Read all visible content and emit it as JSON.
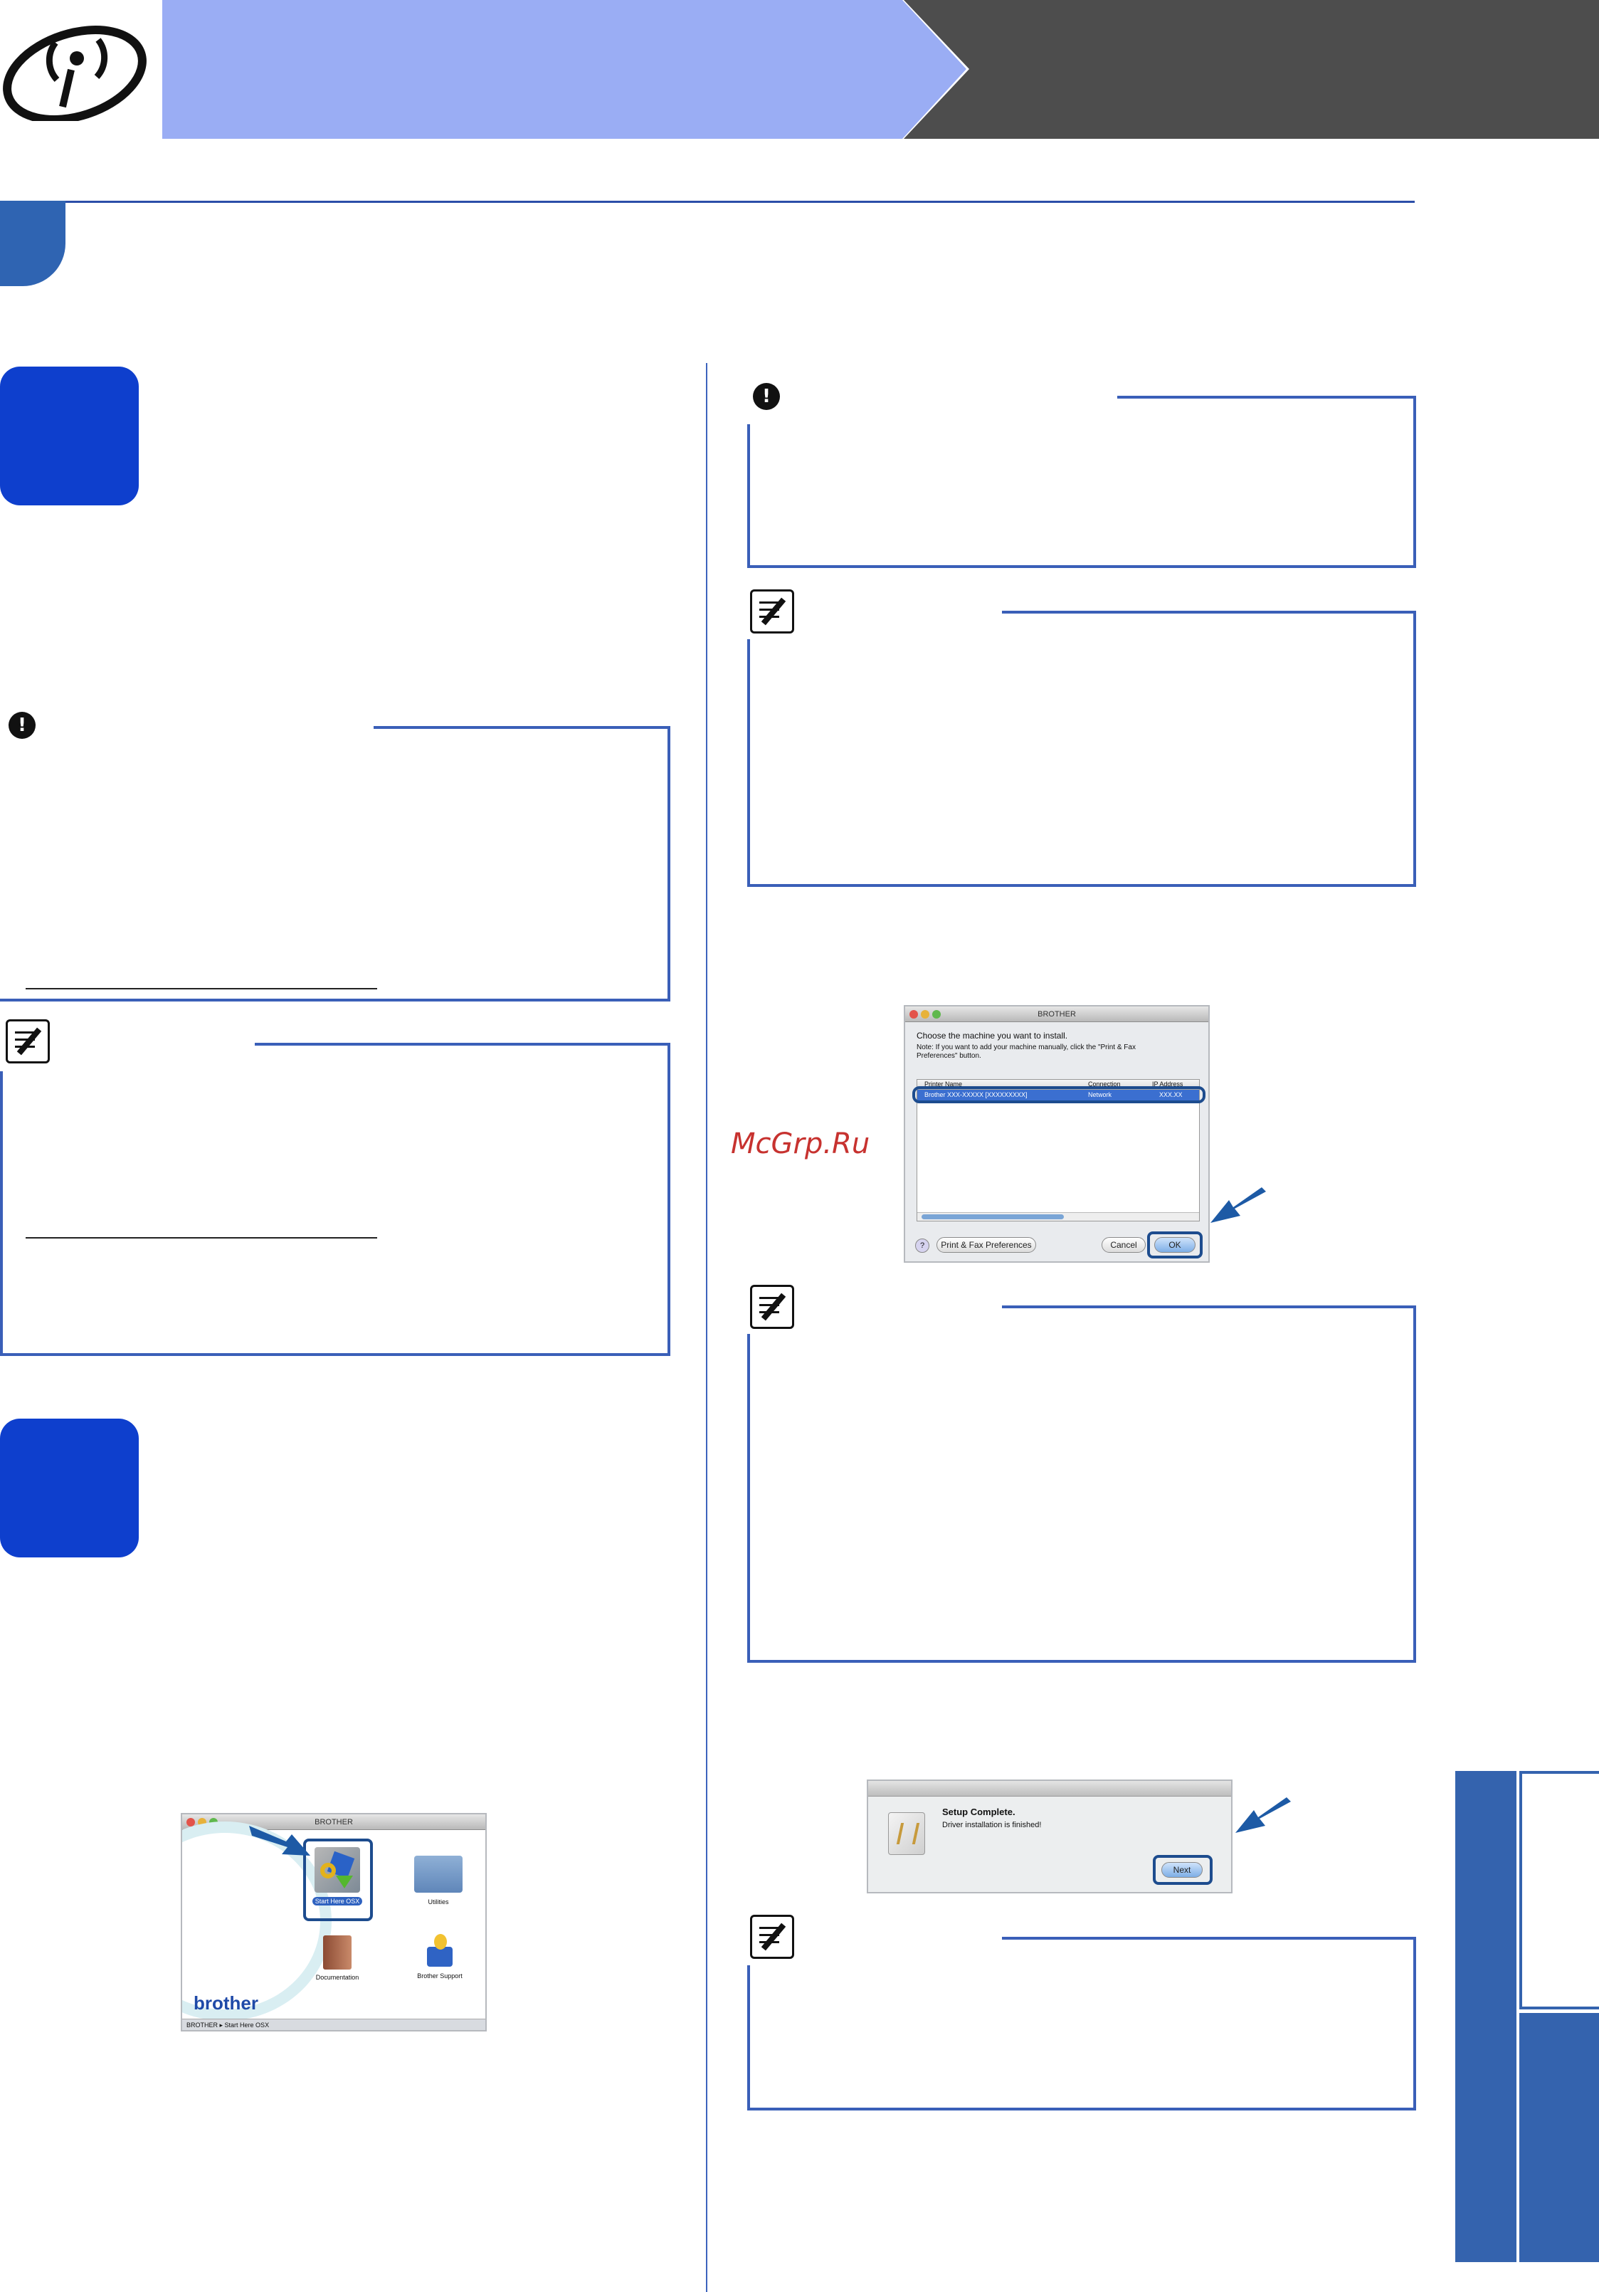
{
  "watermark": "McGrp.Ru",
  "dialog1": {
    "title": "BROTHER",
    "heading": "Choose the machine you want to install.",
    "note": "Note: If you want to add your machine manually, click the \"Print & Fax Preferences\" button.",
    "columns": [
      "Printer Name",
      "Connection",
      "IP Address"
    ],
    "row": {
      "name": "Brother XXX-XXXXX [XXXXXXXXX]",
      "connection": "Network",
      "ip": "XXX.XX"
    },
    "help": "?",
    "btn_prefs": "Print & Fax Preferences",
    "btn_cancel": "Cancel",
    "btn_ok": "OK"
  },
  "dialog2": {
    "title": "Setup Complete.",
    "message": "Driver installation is finished!",
    "btn_next": "Next"
  },
  "finder": {
    "title": "BROTHER",
    "items": [
      {
        "label": "Start Here OSX",
        "icon": "installer-icon"
      },
      {
        "label": "Utilities",
        "icon": "folder-icon"
      },
      {
        "label": "Documentation",
        "icon": "documents-icon"
      },
      {
        "label": "Brother Support",
        "icon": "support-icon"
      }
    ],
    "brand": "brother",
    "path": [
      "BROTHER",
      "Start Here OSX"
    ]
  },
  "colors": {
    "accent": "#0e3fcd",
    "banner_light": "#9aadf4",
    "banner_dark": "#4d4d4d",
    "box_border": "#3a5fb8"
  }
}
